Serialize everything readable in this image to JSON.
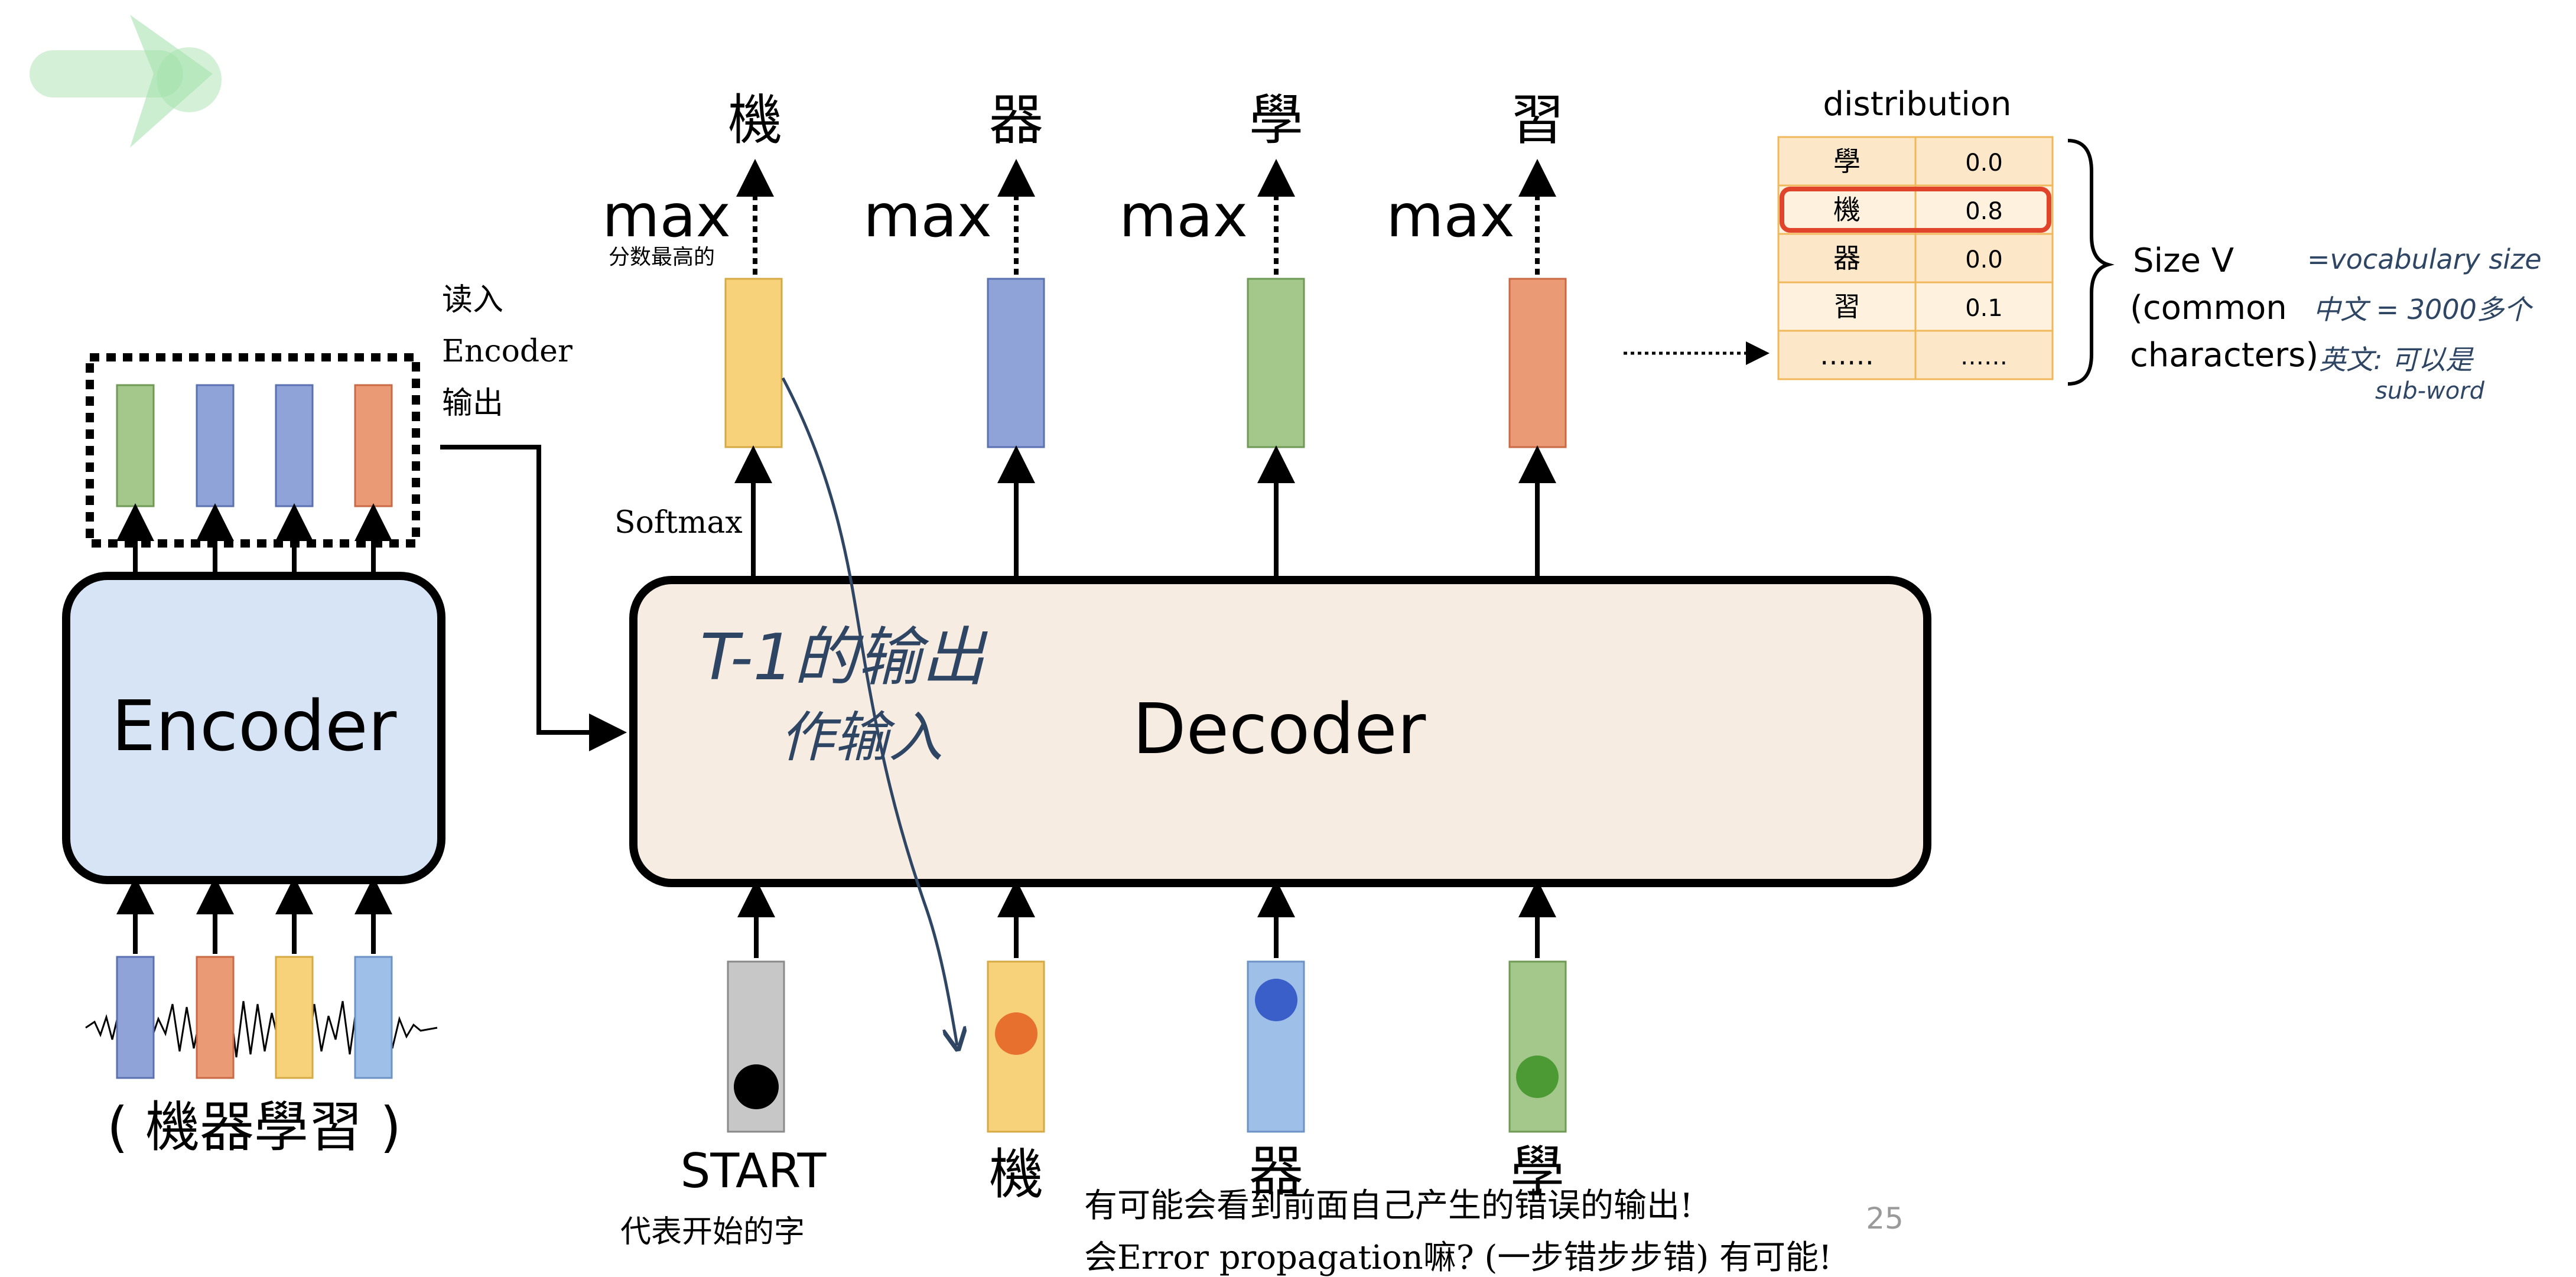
{
  "colors": {
    "yellow": "#f7d27a",
    "blue": "#8fa3d9",
    "green": "#a4c78c",
    "orange": "#eb9a76",
    "light_blue": "#9dbfe8",
    "gray": "#c7c7c7",
    "encoder_fill": "#d6e4f5",
    "decoder_fill": "#f7ece2",
    "table_fill": "#fde7c9",
    "table_border": "#f0b85a",
    "highlight_border": "#e0452c",
    "pen": "#2e4664",
    "logo": "#9fe0a8"
  },
  "encoder": {
    "label": "Encoder",
    "input_caption": "( 機器學習 )",
    "read_annotation": [
      "读入",
      "Encoder",
      "输出"
    ]
  },
  "decoder": {
    "label": "Decoder",
    "softmax_label": "Softmax",
    "outputs": [
      "機",
      "器",
      "學",
      "習"
    ],
    "max_label": "max",
    "max_note": "分数最高的",
    "inputs": [
      "START",
      "機",
      "器",
      "學"
    ],
    "start_note": "代表开始的字",
    "handwritten": [
      "T-1的输出",
      "作输入"
    ]
  },
  "distribution": {
    "title": "distribution",
    "rows": [
      {
        "char": "學",
        "prob": "0.0"
      },
      {
        "char": "機",
        "prob": "0.8"
      },
      {
        "char": "器",
        "prob": "0.0"
      },
      {
        "char": "習",
        "prob": "0.1"
      },
      {
        "char": "……",
        "prob": "……"
      }
    ],
    "size_label": [
      "Size V",
      "(common",
      "characters)"
    ],
    "notes": [
      "=vocabulary size",
      "中文 = 3000多个",
      "英文: 可以是",
      "sub-word"
    ]
  },
  "bottom_notes": [
    "有可能会看到前面自己产生的错误的输出!",
    "会Error propagation嘛? (一步错步步错) 有可能!"
  ],
  "page_number": "25"
}
